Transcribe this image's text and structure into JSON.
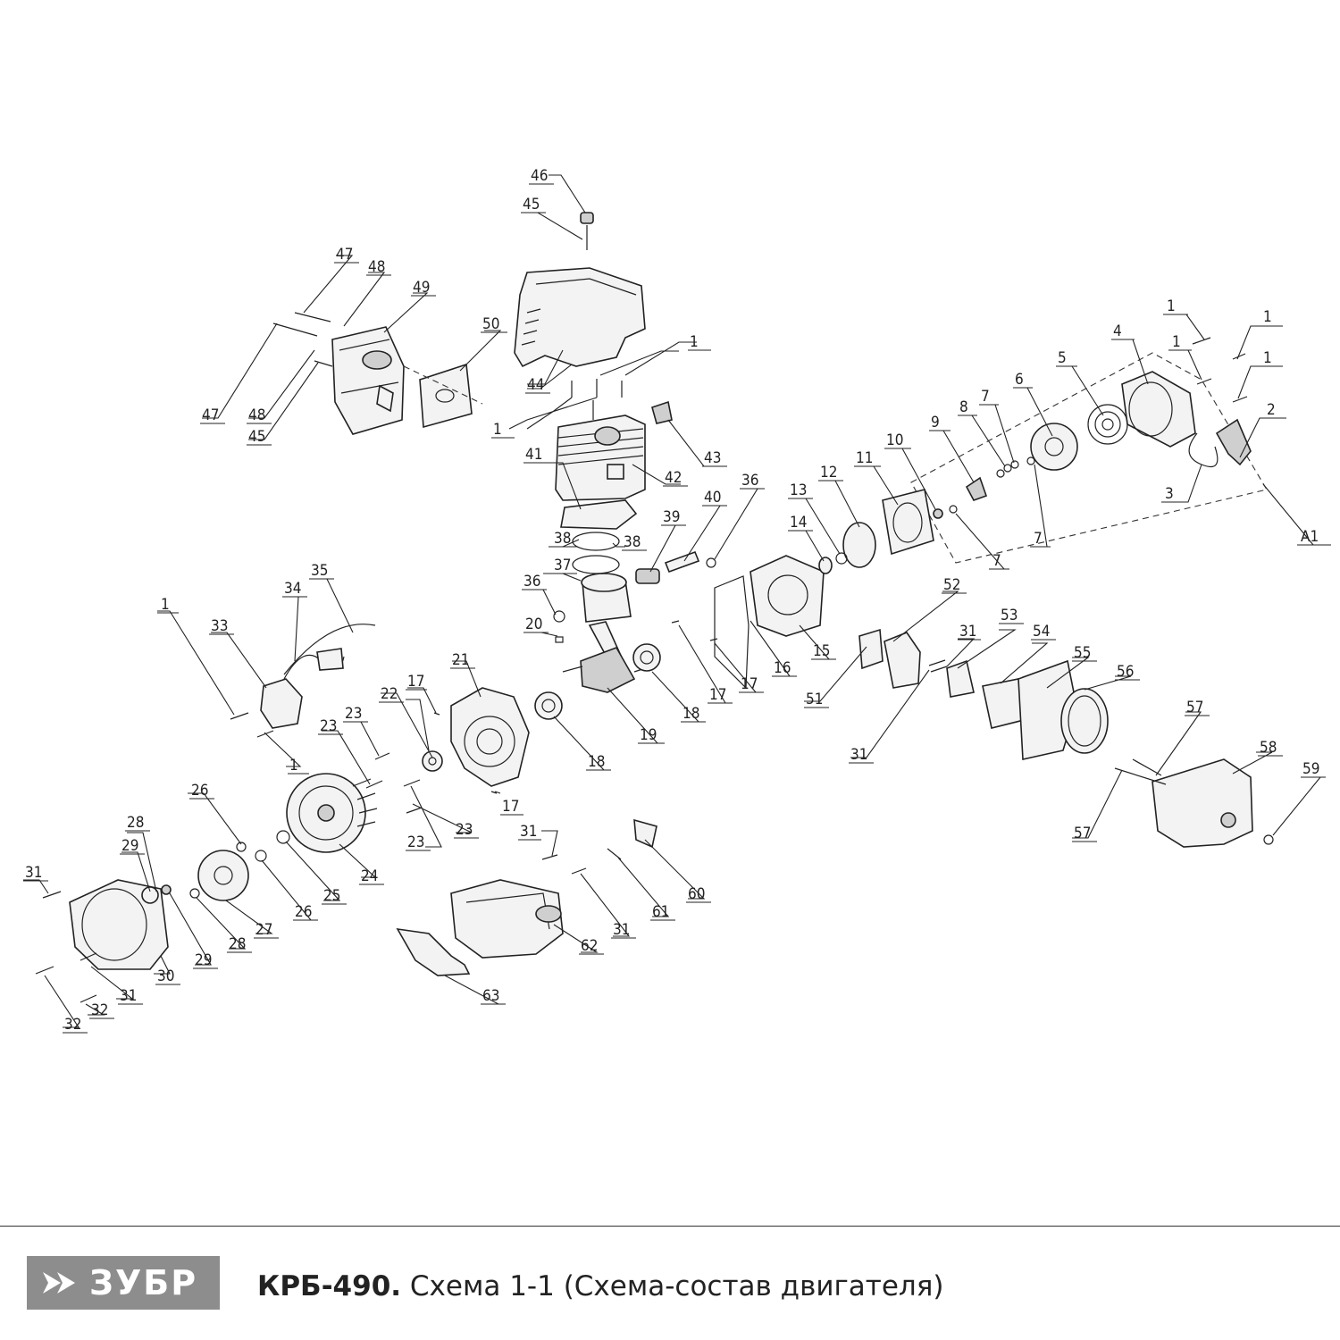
{
  "brand": {
    "logo_text": "ЗУБР"
  },
  "footer": {
    "model": "КРБ-490.",
    "caption": "Схема 1-1 (Схема-состав двигателя)"
  },
  "callouts": [
    "1",
    "2",
    "3",
    "4",
    "5",
    "6",
    "7",
    "8",
    "9",
    "10",
    "11",
    "12",
    "13",
    "14",
    "15",
    "16",
    "17",
    "18",
    "19",
    "20",
    "21",
    "22",
    "23",
    "24",
    "25",
    "26",
    "27",
    "28",
    "29",
    "30",
    "31",
    "32",
    "33",
    "34",
    "35",
    "36",
    "37",
    "38",
    "39",
    "40",
    "41",
    "42",
    "43",
    "44",
    "45",
    "46",
    "47",
    "48",
    "49",
    "50",
    "51",
    "52",
    "53",
    "54",
    "55",
    "56",
    "57",
    "58",
    "59",
    "60",
    "61",
    "62",
    "63",
    "А1"
  ]
}
